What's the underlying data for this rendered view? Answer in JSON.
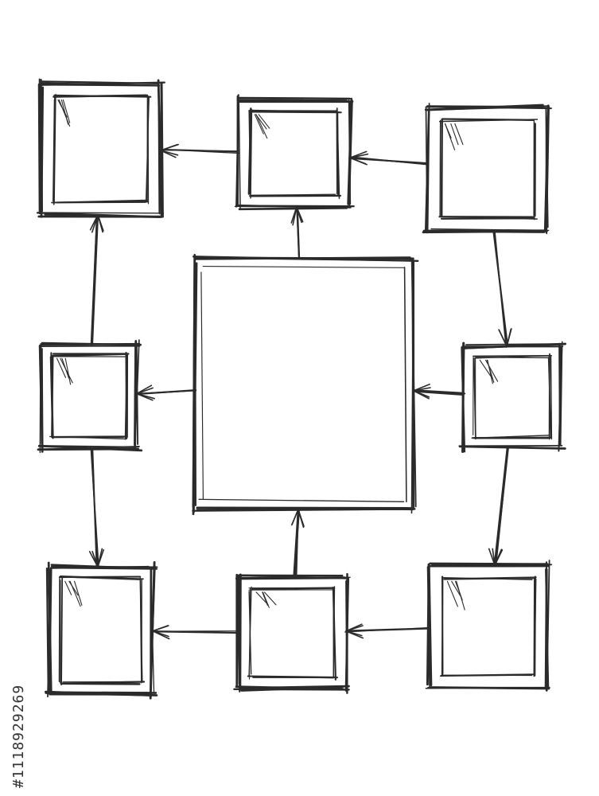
{
  "diagram": {
    "style": "hand-drawn sketch",
    "colors": {
      "ink": "#2b2b2b",
      "background": "#ffffff"
    },
    "nodes": [
      {
        "id": "center",
        "label": ""
      },
      {
        "id": "top-left",
        "label": ""
      },
      {
        "id": "top-middle",
        "label": ""
      },
      {
        "id": "top-right",
        "label": ""
      },
      {
        "id": "middle-left",
        "label": ""
      },
      {
        "id": "middle-right",
        "label": ""
      },
      {
        "id": "bottom-left",
        "label": ""
      },
      {
        "id": "bottom-middle",
        "label": ""
      },
      {
        "id": "bottom-right",
        "label": ""
      }
    ],
    "edges": [
      {
        "from": "top-middle",
        "to": "top-left"
      },
      {
        "from": "top-right",
        "to": "top-middle"
      },
      {
        "from": "center",
        "to": "top-middle"
      },
      {
        "from": "middle-left",
        "to": "top-left"
      },
      {
        "from": "center",
        "to": "middle-left"
      },
      {
        "from": "middle-left",
        "to": "bottom-left"
      },
      {
        "from": "bottom-middle",
        "to": "bottom-left"
      },
      {
        "from": "bottom-right",
        "to": "bottom-middle"
      },
      {
        "from": "bottom-middle",
        "to": "center"
      },
      {
        "from": "middle-right",
        "to": "center"
      },
      {
        "from": "middle-right",
        "to": "bottom-right"
      },
      {
        "from": "top-right",
        "to": "middle-right"
      }
    ]
  },
  "watermark": {
    "id_text": "#1118929269"
  }
}
